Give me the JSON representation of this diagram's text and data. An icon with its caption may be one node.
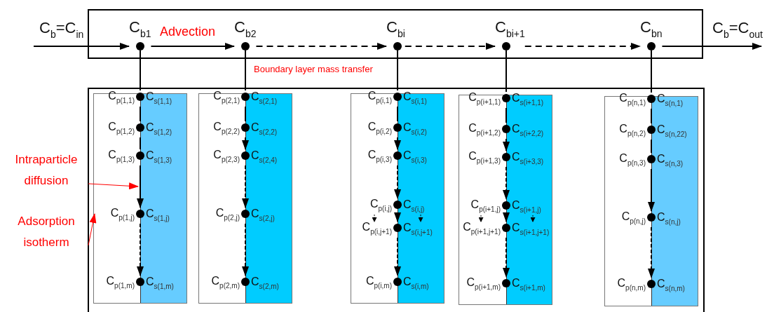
{
  "diagram": {
    "nodes": [
      {
        "text": [],
        "shape": "box"
      },
      {
        "text": [
          "C$_{b1}$"
        ],
        "in": 0
      },
      {
        "text": [
          "C$_{b2}$"
        ],
        "in": 0
      },
      {
        "text": [
          "C$_{bi}$"
        ],
        "in": 0
      },
      {
        "text": [
          "C$_{bi+1}$"
        ],
        "in": 0
      },
      {
        "text": [
          "C$_{bn}$"
        ],
        "in": 0
      },
      {
        "text": [],
        "shape": "box"
      },
      {
        "text": [],
        "shape": "box",
        "in": 6
      },
      {
        "text": [
          "C$_{p(1,1)}$",
          "C$_{s(1,1)}$"
        ],
        "in": 7
      },
      {
        "text": [
          "C$_{p(1,2)}$",
          "C$_{s(1,2)}$"
        ],
        "in": 7
      },
      {
        "text": [
          "C$_{p(1,3)}$",
          "C$_{s(1,3)}$"
        ],
        "in": 7
      },
      {
        "text": [
          "C$_{p(1,j)}$",
          "C$_{s(1,j)}$"
        ],
        "in": 7
      },
      {
        "text": [
          "C$_{p(1,m)}$",
          "C$_{s(1,m)}$"
        ],
        "in": 7
      },
      {
        "text": [],
        "shape": "box",
        "in": 6
      },
      {
        "text": [
          "C$_{p(2,1)}$",
          "C$_{s(2,1)}$"
        ],
        "in": 13
      },
      {
        "text": [
          "C$_{p(2,2)}$",
          "C$_{s(2,2)}$"
        ],
        "in": 13
      },
      {
        "text": [
          "C$_{p(2,3)}$",
          "C$_{s(2,4)}$"
        ],
        "in": 13
      },
      {
        "text": [
          "C$_{p(2,j)}$",
          "C$_{s(2,j)}$"
        ],
        "in": 13
      },
      {
        "text": [
          "C$_{p(2,m)}$",
          "C$_{s(2,m)}$"
        ],
        "in": 13
      },
      {
        "text": [],
        "shape": "box",
        "in": 6
      },
      {
        "text": [
          "C$_{p(i,1)}$",
          "C$_{s(i,1)}$"
        ],
        "in": 19
      },
      {
        "text": [
          "C$_{p(i,2)}$",
          "C$_{s(i,2)}$"
        ],
        "in": 19
      },
      {
        "text": [
          "C$_{p(i,3)}$",
          "C$_{s(i,3)}$"
        ],
        "in": 19
      },
      {
        "text": [
          "C$_{p(i,j)}$",
          "C$_{s(i,j)}$"
        ],
        "in": 19
      },
      {
        "text": [
          "C$_{p(i,j+1)}$",
          "C$_{s(i,j+1)}$"
        ],
        "in": 19
      },
      {
        "text": [
          "C$_{p(i,m)}$",
          "C$_{s(i,m)}$"
        ],
        "in": 19
      },
      {
        "text": [],
        "shape": "box",
        "in": 6
      },
      {
        "text": [
          "C$_{p(i+1,1)}$",
          "C$_{s(i+1,1)}$"
        ],
        "in": 26
      },
      {
        "text": [
          "C$_{p(i+1,2)}$",
          "C$_{s(i+2,2)}$"
        ],
        "in": 26
      },
      {
        "text": [
          "C$_{p(i+1,3)}$",
          "C$_{s(i+3,3)}$"
        ],
        "in": 26
      },
      {
        "text": [
          "C$_{p(i+1,j)}$",
          "C$_{s(i+1,j)}$"
        ],
        "in": 26
      },
      {
        "text": [
          "C$_{p(i+1,j+1)}$",
          "C$_{s(i+1,j+1)}$"
        ],
        "in": 26
      },
      {
        "text": [
          "C$_{p(i+1,m)}$",
          "C$_{s(i+1,m)}$"
        ],
        "in": 26
      },
      {
        "text": [],
        "shape": "box",
        "in": 6
      },
      {
        "text": [
          "C$_{p(n,1)}$",
          "C$_{s(n,1)}$"
        ],
        "in": 33
      },
      {
        "text": [
          "C$_{p(n,2)}$",
          "C$_{s(n,22)}$"
        ],
        "in": 33
      },
      {
        "text": [
          "C$_{p(n,3)}$",
          "C$_{s(n,3)}$"
        ],
        "in": 33
      },
      {
        "text": [
          "C$_{p(n,j)}$",
          "C$_{s(n,j)}$"
        ],
        "in": 33
      },
      {
        "text": [
          "C$_{p(n,m)}$",
          "C$_{s(n,m)}$"
        ],
        "in": 33
      },
      {
        "text": [
          "Intraparticle diffusion"
        ]
      },
      {
        "text": [
          "Adsorption isotherm"
        ]
      }
    ],
    "edges": [
      {
        "from": null,
        "to": 1,
        "arrow": "to",
        "label": "C$_{b}$=C$_{in}$"
      },
      {
        "from": 1,
        "to": 2,
        "arrow": "to",
        "label": "Advection"
      },
      {
        "from": 2,
        "to": 3,
        "arrow": "to",
        "style": "dashed"
      },
      {
        "from": 3,
        "to": 4,
        "arrow": "to",
        "style": "dashed"
      },
      {
        "from": 4,
        "to": 5,
        "arrow": "to",
        "style": "dashed"
      },
      {
        "from": 5,
        "to": null,
        "arrow": "to",
        "label": "C$_{b}$=C$_{out}$"
      },
      {
        "from": 1,
        "to": 8,
        "arrow": "none"
      },
      {
        "from": 2,
        "to": 14,
        "arrow": "none"
      },
      {
        "from": 3,
        "to": 20,
        "arrow": "none"
      },
      {
        "from": 4,
        "to": 27,
        "arrow": "none"
      },
      {
        "from": 5,
        "to": 34,
        "arrow": "none"
      },
      {
        "from": 8,
        "to": 9,
        "arrow": "none"
      },
      {
        "from": 9,
        "to": 10,
        "arrow": "none"
      },
      {
        "from": 10,
        "to": 11,
        "arrow": "to"
      },
      {
        "from": 11,
        "to": 12,
        "arrow": "to",
        "style": "dashed"
      },
      {
        "from": 14,
        "to": 15,
        "arrow": "none"
      },
      {
        "from": 15,
        "to": 16,
        "arrow": "to"
      },
      {
        "from": 16,
        "to": 17,
        "arrow": "to",
        "style": "dashed"
      },
      {
        "from": 17,
        "to": 18,
        "arrow": "to",
        "style": "dashed"
      },
      {
        "from": 20,
        "to": 21,
        "arrow": "none"
      },
      {
        "from": 21,
        "to": 22,
        "arrow": "to"
      },
      {
        "from": 22,
        "to": 23,
        "arrow": "to",
        "style": "dashed"
      },
      {
        "from": 23,
        "to": 24,
        "arrow": "to",
        "style": "dashed"
      },
      {
        "from": 24,
        "to": 25,
        "arrow": "to",
        "style": "dashed"
      },
      {
        "from": 27,
        "to": 28,
        "arrow": "none"
      },
      {
        "from": 28,
        "to": 29,
        "arrow": "to"
      },
      {
        "from": 29,
        "to": 30,
        "arrow": "to",
        "style": "dashed"
      },
      {
        "from": 30,
        "to": 31,
        "arrow": "to",
        "style": "dashed"
      },
      {
        "from": 31,
        "to": 32,
        "arrow": "to",
        "style": "dashed"
      },
      {
        "from": 34,
        "to": 35,
        "arrow": "none"
      },
      {
        "from": 35,
        "to": 36,
        "arrow": "none"
      },
      {
        "from": 36,
        "to": 37,
        "arrow": "to"
      },
      {
        "from": 37,
        "to": 38,
        "arrow": "to",
        "style": "dashed"
      },
      {
        "from": 39,
        "to": null,
        "arrow": "to",
        "color": "#ff0000"
      },
      {
        "from": 40,
        "to": 11,
        "arrow": "to",
        "color": "#ff0000"
      },
      {
        "from": 23,
        "to": 24,
        "arrow": "to",
        "style": "dashed"
      },
      {
        "from": 23,
        "to": 24,
        "arrow": "to",
        "style": "dashed"
      },
      {
        "from": 30,
        "to": 31,
        "arrow": "to",
        "style": "dashed"
      },
      {
        "from": 30,
        "to": 31,
        "arrow": "to",
        "style": "dashed"
      }
    ],
    "labels": [
      "Boundary layer mass transfer"
    ]
  }
}
